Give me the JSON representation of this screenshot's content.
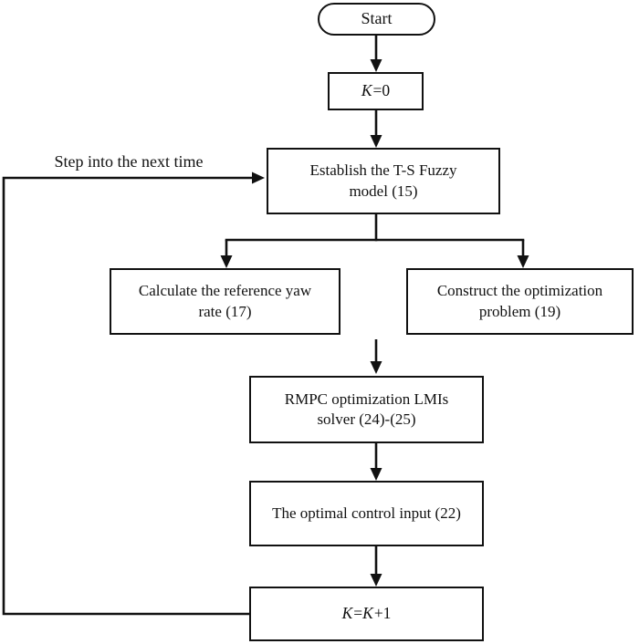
{
  "colors": {
    "ink": "#111111",
    "background": "#ffffff"
  },
  "nodes": {
    "start": {
      "label": "Start"
    },
    "k_init": {
      "k": "K",
      "rest": "=0"
    },
    "ts_model": {
      "label": "Establish the T-S Fuzzy model (15)"
    },
    "yaw_rate": {
      "label": "Calculate the reference yaw rate (17)"
    },
    "opt_problem": {
      "label": "Construct the optimization problem (19)"
    },
    "rmpc_solver": {
      "label": "RMPC optimization LMIs solver (24)-(25)"
    },
    "control_input": {
      "label": "The optimal control input (22)"
    },
    "k_increment": {
      "k1": "K",
      "eq": "=",
      "k2": "K",
      "rest": "+1"
    }
  },
  "edges": {
    "loop_label": "Step into the next time"
  }
}
